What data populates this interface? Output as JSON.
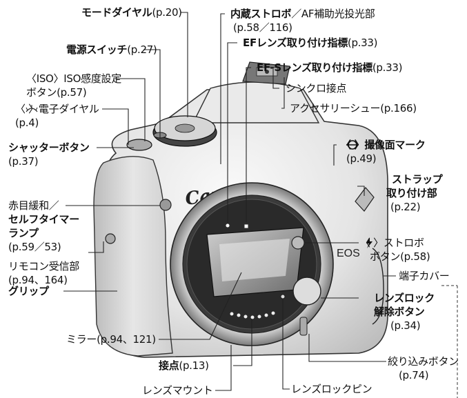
{
  "labels": {
    "mode_dial": "モードダイヤル",
    "mode_dial_ref": "(p.20)",
    "power_switch": "電源スイッチ",
    "power_switch_ref": "(p.27)",
    "iso_button_pre": "〈ISO〉",
    "iso_button": "ISO感度設定",
    "iso_button_2": "ボタン(p.57)",
    "main_dial": "〈 〉電子ダイヤル",
    "main_dial_ref": "(p.4)",
    "shutter_button": "シャッターボタン",
    "shutter_button_ref": "(p.37)",
    "red_eye_1": "赤目緩和／",
    "red_eye_2": "セルフタイマー",
    "red_eye_3": "ランプ",
    "red_eye_ref": "(p.59／53)",
    "remote_sensor": "リモコン受信部",
    "remote_sensor_ref": "(p.94、164)",
    "grip": "グリップ",
    "mirror": "ミラー(p.94、121)",
    "contacts": "接点",
    "contacts_ref": "(p.13)",
    "lens_mount": "レンズマウント",
    "builtin_flash": "内蔵ストロボ",
    "builtin_flash_2": "／AF補助光投光部",
    "builtin_flash_ref": "(p.58／116)",
    "ef_index": "EFレンズ取り付け指標",
    "ef_index_ref": "(p.33)",
    "efs_index": "EF-Sレンズ取り付け指標",
    "efs_index_ref": "(p.33)",
    "flash_sync": "シンクロ接点",
    "hot_shoe": "アクセサリーシュー(p.166)",
    "focal_plane": "〈 〉撮像面マーク",
    "focal_plane_ref": "(p.49)",
    "strap_1": "ストラップ",
    "strap_2": "取り付け部",
    "strap_ref": "(p.22)",
    "flash_button": "〈 〉ストロボ",
    "flash_button_2": "ボタン(p.58)",
    "terminal_cover": "端子カバー",
    "lens_release_1": "レンズロック",
    "lens_release_2": "解除ボタン",
    "lens_release_ref": "(p.34)",
    "dof_preview": "絞り込みボタン",
    "dof_preview_ref": "(p.74)",
    "lock_pin": "レンズロックピン"
  },
  "camera": {
    "brand": "Canon",
    "model": "EOS"
  }
}
